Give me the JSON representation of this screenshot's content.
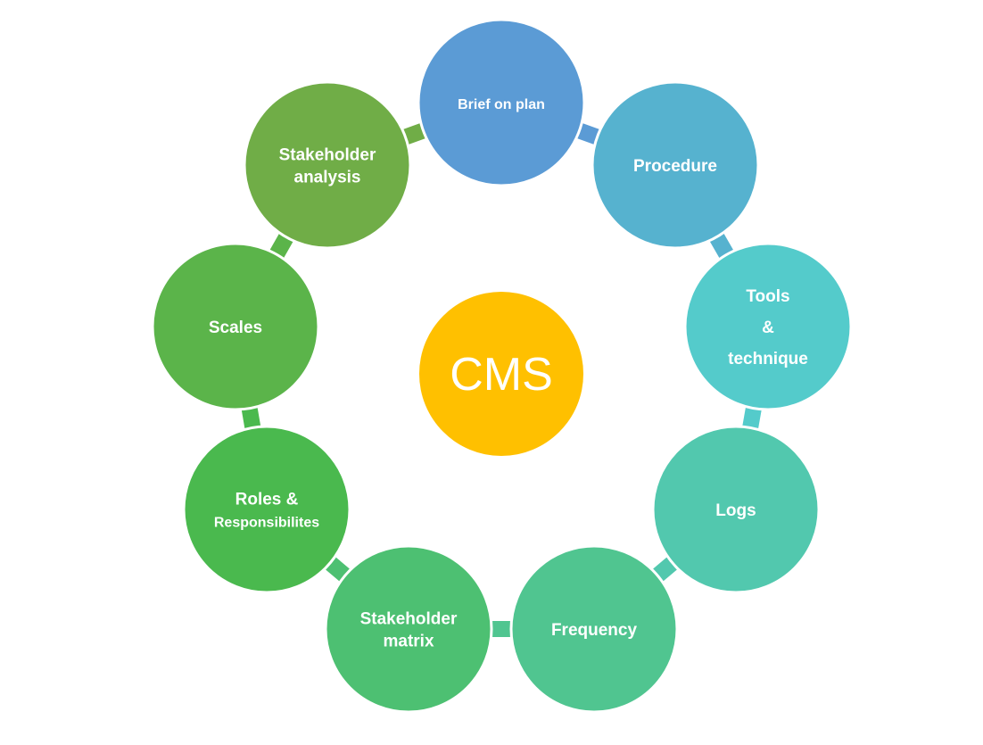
{
  "diagram": {
    "title": "CMS cycle diagram",
    "center": {
      "label": "CMS",
      "color": "#FFC000"
    },
    "nodes": [
      {
        "id": "brief-on-plan",
        "lines": [
          "Brief on plan"
        ],
        "color": "#5B9BD5"
      },
      {
        "id": "procedure",
        "lines": [
          "Procedure"
        ],
        "color": "#56B2CF"
      },
      {
        "id": "tools-technique",
        "lines": [
          "Tools",
          "&",
          "technique"
        ],
        "color": "#54CBCB"
      },
      {
        "id": "logs",
        "lines": [
          "Logs"
        ],
        "color": "#52C8AE"
      },
      {
        "id": "frequency",
        "lines": [
          "Frequency"
        ],
        "color": "#50C590"
      },
      {
        "id": "stakeholder-matrix",
        "lines": [
          "Stakeholder",
          "matrix"
        ],
        "color": "#4DC072"
      },
      {
        "id": "roles-responsibilities",
        "lines": [
          "Roles &",
          "Responsibilites"
        ],
        "color": "#4AB94E"
      },
      {
        "id": "scales",
        "lines": [
          "Scales"
        ],
        "color": "#5BB44A"
      },
      {
        "id": "stakeholder-analysis",
        "lines": [
          "Stakeholder",
          "analysis"
        ],
        "color": "#70AD47"
      }
    ]
  }
}
